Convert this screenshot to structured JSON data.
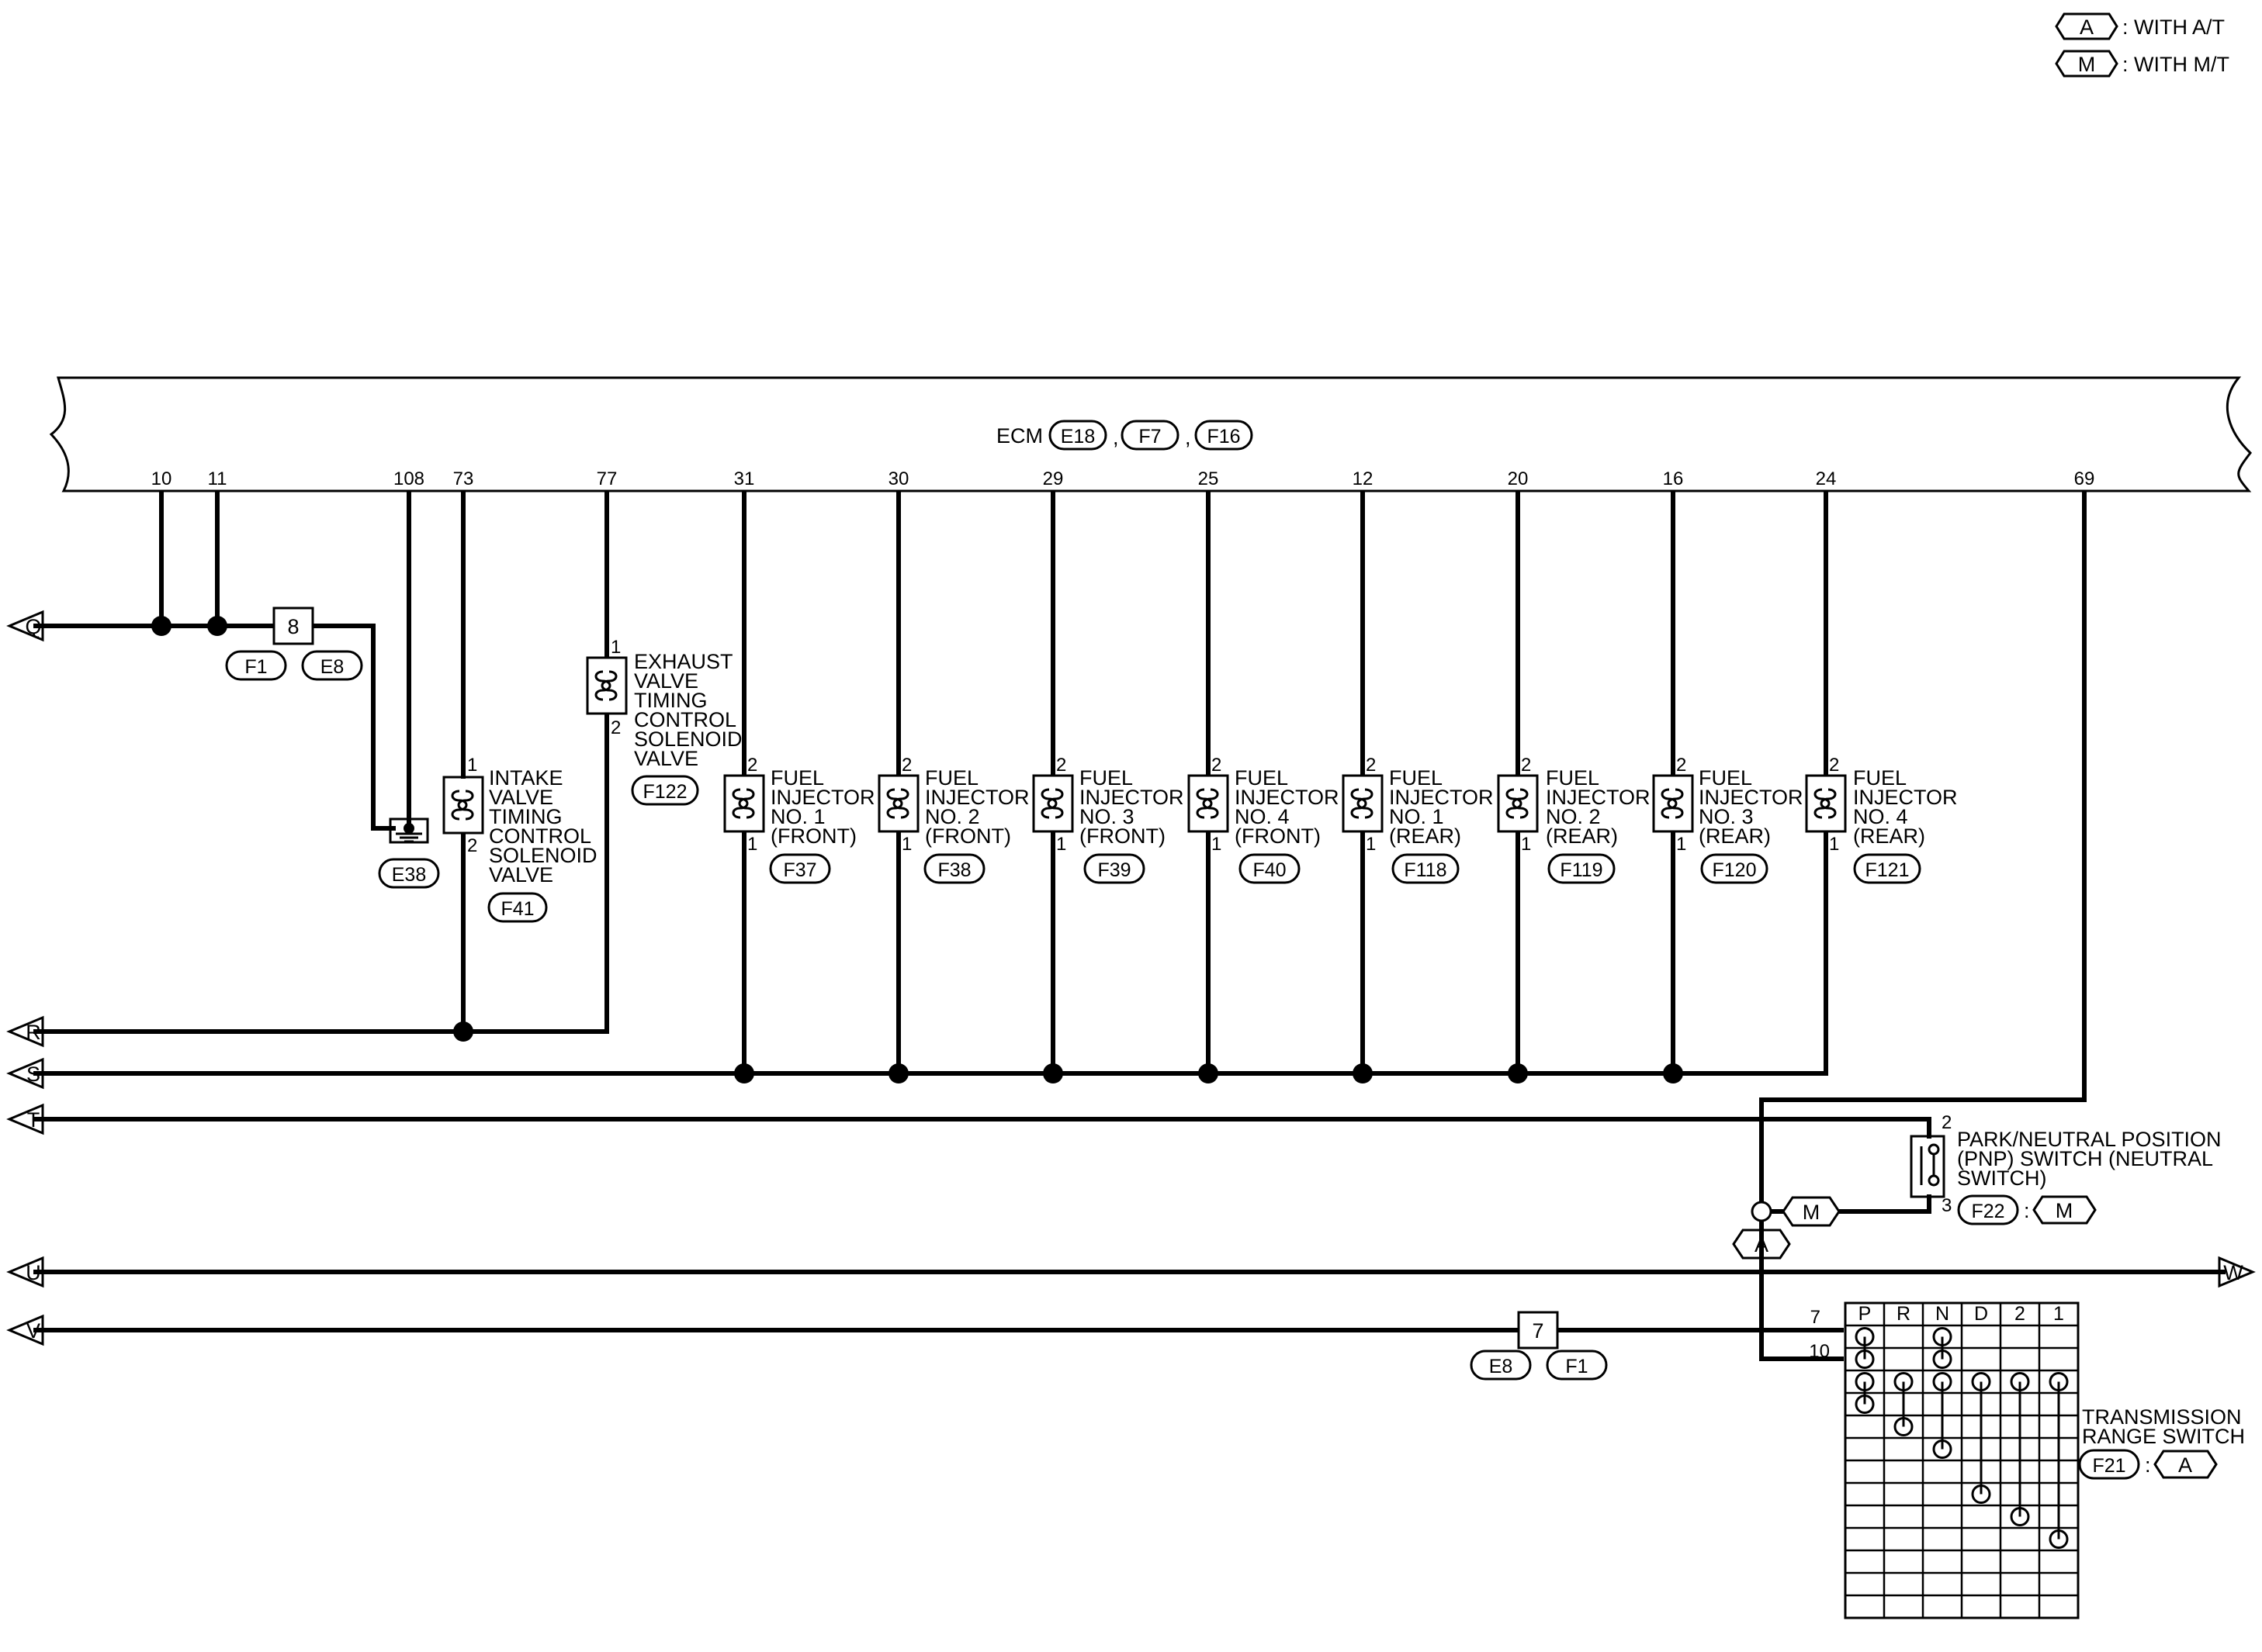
{
  "legend": {
    "at": {
      "symbol": "A",
      "text": ": WITH A/T"
    },
    "mt": {
      "symbol": "M",
      "text": ": WITH M/T"
    }
  },
  "ecm": {
    "label": "ECM",
    "connectors": [
      "E18",
      "F7",
      "F16"
    ],
    "separator": ",",
    "pins": [
      "10",
      "11",
      "108",
      "73",
      "77",
      "31",
      "30",
      "29",
      "25",
      "12",
      "20",
      "16",
      "24",
      "69"
    ]
  },
  "ports": {
    "q": "Q",
    "r": "R",
    "s": "S",
    "t": "T",
    "u": "U",
    "v": "V",
    "w": "W"
  },
  "joint_top": {
    "number": "8",
    "conn_left": "F1",
    "conn_right": "E8"
  },
  "joint_bottom": {
    "number": "7",
    "conn_left": "E8",
    "conn_right": "F1"
  },
  "ground": {
    "conn": "E38"
  },
  "intake_valve": {
    "lines": [
      "INTAKE",
      "VALVE",
      "TIMING",
      "CONTROL",
      "SOLENOID",
      "VALVE"
    ],
    "pin_top": "1",
    "pin_bottom": "2",
    "conn": "F41"
  },
  "exhaust_valve": {
    "lines": [
      "EXHAUST",
      "VALVE",
      "TIMING",
      "CONTROL",
      "SOLENOID",
      "VALVE"
    ],
    "pin_top": "1",
    "pin_bottom": "2",
    "conn": "F122"
  },
  "injectors": [
    {
      "line1": "FUEL",
      "line2": "INJECTOR",
      "line3": "NO. 1",
      "line4": "(FRONT)",
      "pin_top": "2",
      "pin_bottom": "1",
      "conn": "F37"
    },
    {
      "line1": "FUEL",
      "line2": "INJECTOR",
      "line3": "NO. 2",
      "line4": "(FRONT)",
      "pin_top": "2",
      "pin_bottom": "1",
      "conn": "F38"
    },
    {
      "line1": "FUEL",
      "line2": "INJECTOR",
      "line3": "NO. 3",
      "line4": "(FRONT)",
      "pin_top": "2",
      "pin_bottom": "1",
      "conn": "F39"
    },
    {
      "line1": "FUEL",
      "line2": "INJECTOR",
      "line3": "NO. 4",
      "line4": "(FRONT)",
      "pin_top": "2",
      "pin_bottom": "1",
      "conn": "F40"
    },
    {
      "line1": "FUEL",
      "line2": "INJECTOR",
      "line3": "NO. 1",
      "line4": "(REAR)",
      "pin_top": "2",
      "pin_bottom": "1",
      "conn": "F118"
    },
    {
      "line1": "FUEL",
      "line2": "INJECTOR",
      "line3": "NO. 2",
      "line4": "(REAR)",
      "pin_top": "2",
      "pin_bottom": "1",
      "conn": "F119"
    },
    {
      "line1": "FUEL",
      "line2": "INJECTOR",
      "line3": "NO. 3",
      "line4": "(REAR)",
      "pin_top": "2",
      "pin_bottom": "1",
      "conn": "F120"
    },
    {
      "line1": "FUEL",
      "line2": "INJECTOR",
      "line3": "NO. 4",
      "line4": "(REAR)",
      "pin_top": "2",
      "pin_bottom": "1",
      "conn": "F121"
    }
  ],
  "pnp_switch": {
    "lines": [
      "PARK/NEUTRAL POSITION",
      "(PNP) SWITCH (NEUTRAL",
      "SWITCH)"
    ],
    "pin_top": "2",
    "pin_bottom": "3",
    "conn": "F22",
    "conn_sep": ":",
    "variant": "M"
  },
  "branch": {
    "mt_tag": "M",
    "at_tag": "A"
  },
  "trs": {
    "lines": [
      "TRANSMISSION",
      "RANGE SWITCH"
    ],
    "conn": "F21",
    "conn_sep": ":",
    "variant": "A",
    "columns": [
      "P",
      "R",
      "N",
      "D",
      "2",
      "1"
    ],
    "pin_a": "7",
    "pin_b": "10"
  }
}
